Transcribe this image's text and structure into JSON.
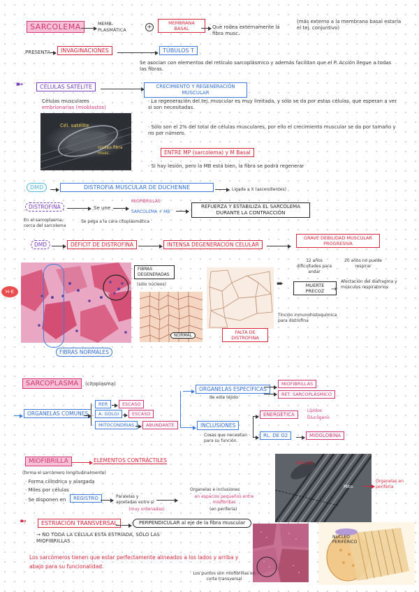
{
  "sarcolema": {
    "title": "SARCOLEMA",
    "memb_plasmatica": "MEMB. PLASMÁTICA",
    "plus": "+",
    "membrana_basal": "MEMBRANA BASAL",
    "rodea": "Que rodea externamente la fibra musc.",
    "side_note": "(más externo a la membrana basal estaría el tej. conjuntivo)",
    "presenta": "PRESENTA",
    "invaginaciones": "INVAGINACIONES",
    "tubulos_t": "TÚBULOS T",
    "tubulos_note": "Se asocian con elementos del retículo sarcoplásmico y además facilitan que el P. Acción llegue a todas las fibras."
  },
  "satelite": {
    "title": "CÉLULAS SATÉLITE",
    "crecimiento": "CRECIMIENTO Y REGENERACIÓN MUSCULAR",
    "musculares": "Células musculares",
    "embrionarias": "embrionarias (mioblastos)",
    "photo_label_1": "Cél. satélite",
    "photo_label_2": "núcleo fibra musc.",
    "bullet_1": "· La regeneración del tej. muscular es muy limitada, y sólo se da por estas células, que esperan a ver si son necesitadas.",
    "bullet_2": "· Sólo son el 2% del total de células musculares, por ello el crecimiento muscular se da por tamaño y no por número.",
    "entre": "ENTRE MP (sarcolema) y M Basal",
    "bullet_3": "· Si hay lesión, pero la MB está bien, la fibra se podrá regenerar"
  },
  "dmd": {
    "dmd_tag": "DMD",
    "distrofia_title": "DISTROFIA MUSCULAR DE DUCHENNE",
    "ligado_x": "Ligada a X (ascendientes)",
    "distrofina": "DISTROFINA",
    "se_une": "Se une",
    "miofibrillas": "MIOFIBRILLAS",
    "sarcolema_mb": "SARCOLEMA + MB",
    "refuerza": "REFUERZA Y ESTABILIZA EL SARCOLEMA DURANTE LA CONTRACCIÓN",
    "en_sarcoplasma": "En el sarcoplasma, cerca del sarcolema",
    "se_pega": "Se pega a la cara citoplasmática",
    "dmd_tag_2": "DMD",
    "deficit": "DÉFICIT DE DISTROFINA",
    "intensa": "INTENSA DEGENERACIÓN CELULAR",
    "grave": "GRAVE DEBILIDAD MUSCULAR PROGRESIVA",
    "edad_12": "12 años dificultades para andar",
    "edad_20": "20 años no puede respirar",
    "muerte": "MUERTE PRECOZ",
    "afectacion": "Afectación del diafragma y músculos respiratorios",
    "he": "H-E",
    "fibras_degeneradas": "FIBRAS DEGENERADAS",
    "solo_nucleos": "(sólo núcleos)",
    "normal": "NORMAL",
    "tincion": "Tinción inmunohistoquímica para distrofina",
    "falta": "FALTA DE DISTROFINA",
    "fibras_normales": "FIBRAS NORMALES"
  },
  "sarcoplasma": {
    "title": "SARCOPLASMA",
    "citoplasma": "(citoplasma)",
    "organelas_especificas": "ORGANELAS ESPECÍFICAS",
    "de_este_tejido": "de este tejido",
    "miofibrillas": "MIOFIBRILLAS",
    "ret_sarcoplasmico": "RET. SARCOPLÁSMICO",
    "organelas_comunes": "ORGANELAS COMUNES",
    "rer": "RER",
    "escaso_1": "ESCASO",
    "a_golgi": "A. GOLGI",
    "escaso_2": "ESCASO",
    "mitocondrias": "MITOCONDRIAS",
    "abundante": "ABUNDANTE",
    "inclusiones": "INCLUSIONES",
    "cosas": "Cosas que necesitan para su función.",
    "energetica": "ENERGÉTICA",
    "lipidos": "· Lípidos",
    "glucogeno": "· Glucógeno",
    "rl_o2": "RL. DE O2",
    "mioglobina": "MIOGLOBINA"
  },
  "miofibrilla": {
    "title": "MIOFIBRILLA",
    "elementos": "ELEMENTOS CONTRÁCTILES",
    "forma_nota": "(forma el sarcómero longitudinalmente)",
    "forma": "· Forma cilíndrica y alargada",
    "miles": "· Miles por células",
    "disponen": "· Se disponen en",
    "registro": "REGISTRO",
    "paralelas": "Paralelas y apretadas entre sí",
    "muy_ordenadas": "(muy ordenadas)",
    "organelas_inclusiones": "Organelas e inclusiones",
    "espacios": "en espacios pequeños entre miofibrillas",
    "periferia": "(en periferia)",
    "nucleo": "NÚCLEO",
    "mitocondria": "Mito.",
    "organelas_periferia": "Organelas en periferia",
    "estriacion": "ESTRIACIÓN TRANSVERSAL",
    "perpendicular": "PERPENDICULAR al eje de la fibra muscular",
    "no_toda": "→ NO TODA LA CÉLULA ESTÁ ESTRIADA, SÓLO LAS MIOFIBRILLAS",
    "sarcomeros": "Los sarcómeros tienen que estar perfectamente alineados a los lados y arriba y abajo para su funcionalidad.",
    "puntos": "Los puntos son miofibrillas en corte transversal",
    "nucleo_periferico": "NÚCLEO PERIFÉRICO"
  },
  "colors": {
    "pink": "#d23370",
    "red": "#d6243a",
    "blue": "#2f6fd6"
  }
}
